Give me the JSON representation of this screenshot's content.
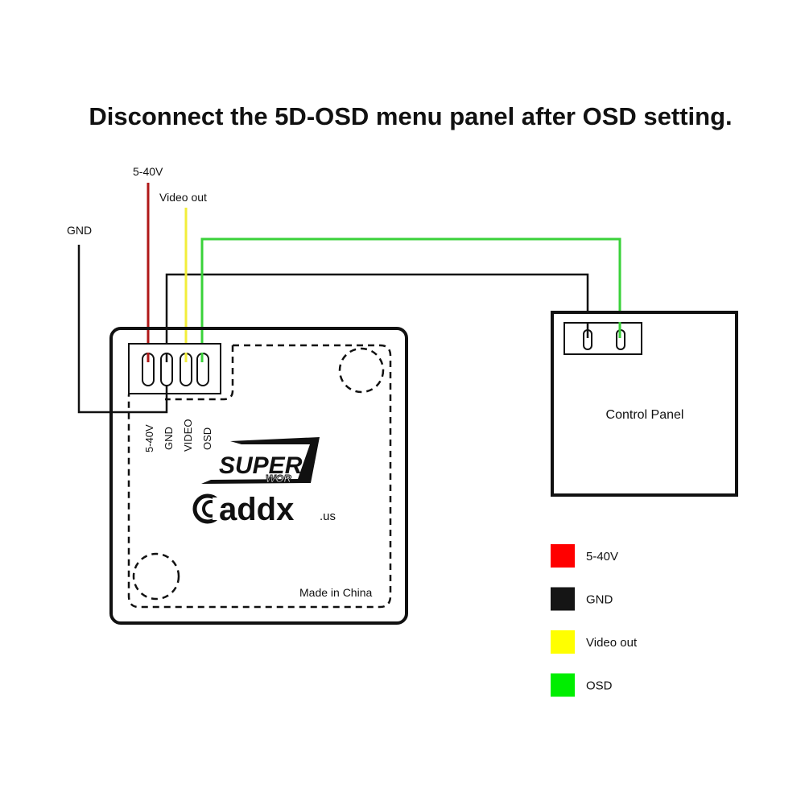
{
  "title": "Disconnect the 5D-OSD menu panel after OSD setting.",
  "wire_labels": {
    "power": "5-40V",
    "video": "Video out",
    "gnd": "GND"
  },
  "board": {
    "pin_labels": [
      "5-40V",
      "GND",
      "VIDEO",
      "OSD"
    ],
    "logo_super": "SUPER",
    "logo_wor": "WOR",
    "logo_brand": "addx",
    "logo_suffix": ".us",
    "made_in": "Made in China"
  },
  "control_panel": {
    "label": "Control Panel"
  },
  "legend": [
    {
      "label": "5-40V",
      "color": "#ff0000"
    },
    {
      "label": "GND",
      "color": "#151515"
    },
    {
      "label": "Video out",
      "color": "#ffff00"
    },
    {
      "label": "OSD",
      "color": "#00ee00"
    }
  ],
  "wire_colors": {
    "power": "#b01818",
    "gnd": "#111111",
    "video": "#f2ee3a",
    "osd": "#3ad23a"
  }
}
